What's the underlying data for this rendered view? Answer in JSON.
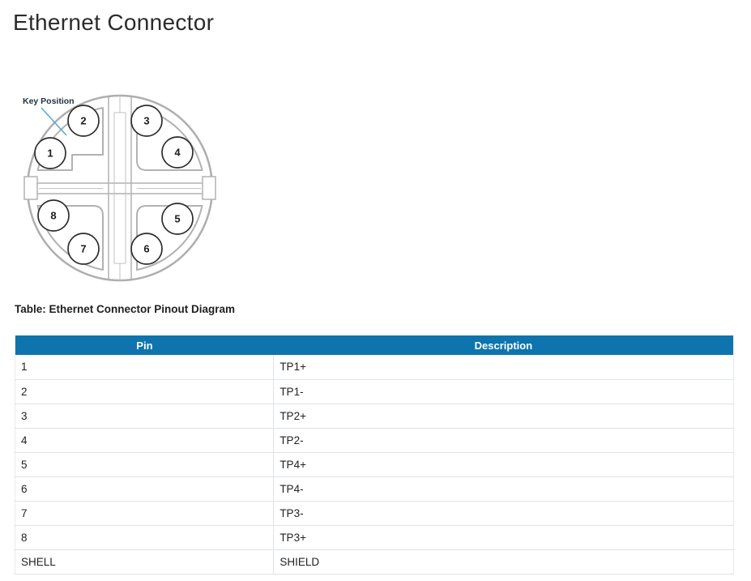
{
  "page": {
    "title": "Ethernet Connector"
  },
  "diagram": {
    "key_position_label": "Key Position",
    "pins": [
      "1",
      "2",
      "3",
      "4",
      "5",
      "6",
      "7",
      "8"
    ]
  },
  "table": {
    "caption": "Table: Ethernet Connector Pinout Diagram",
    "columns": [
      "Pin",
      "Description"
    ],
    "rows": [
      {
        "pin": "1",
        "description": "TP1+"
      },
      {
        "pin": "2",
        "description": "TP1-"
      },
      {
        "pin": "3",
        "description": "TP2+"
      },
      {
        "pin": "4",
        "description": "TP2-"
      },
      {
        "pin": "5",
        "description": "TP4+"
      },
      {
        "pin": "6",
        "description": "TP4-"
      },
      {
        "pin": "7",
        "description": "TP3-"
      },
      {
        "pin": "8",
        "description": "TP3+"
      },
      {
        "pin": "SHELL",
        "description": "SHIELD"
      }
    ]
  },
  "colors": {
    "header_blue": "#0e74ad",
    "leader_blue": "#56abdd",
    "struct_gray": "#b2b2b2",
    "pin_stroke": "#2d2d2d"
  }
}
